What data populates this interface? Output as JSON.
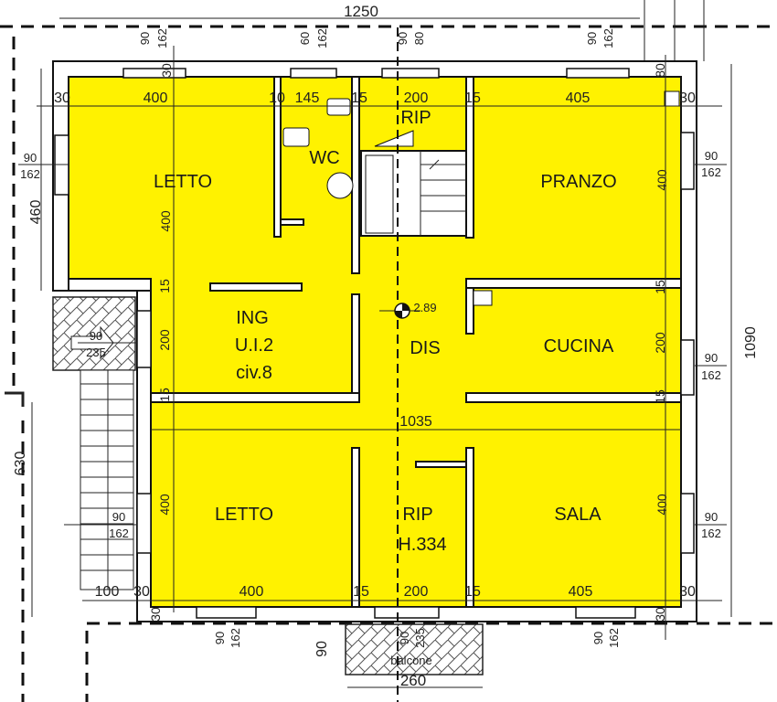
{
  "colors": {
    "room_fill": "#FFF200",
    "wall": "#111111"
  },
  "rooms": {
    "letto_top": "LETTO",
    "wc": "WC",
    "rip_top": "RIP",
    "pranzo": "PRANZO",
    "ing": "ING",
    "unit": "U.I.2",
    "civ": "civ.8",
    "dis": "DIS",
    "cucina": "CUCINA",
    "letto_bottom": "LETTO",
    "rip_bottom": "RIP",
    "height": "H.334",
    "sala": "SALA",
    "balcone": "balcone"
  },
  "dims": {
    "top": [
      "1250",
      "90",
      "162",
      "60",
      "162",
      "90",
      "80",
      "90",
      "162",
      "30",
      "80"
    ],
    "row_top": [
      "30",
      "400",
      "10",
      "145",
      "15",
      "200",
      "15",
      "405",
      "30"
    ],
    "left": [
      "90",
      "162",
      "460",
      "400",
      "15",
      "90",
      "235",
      "200",
      "15",
      "630",
      "400",
      "90",
      "162"
    ],
    "right": [
      "90",
      "162",
      "400",
      "1090",
      "15",
      "200",
      "90",
      "162",
      "15",
      "400",
      "90",
      "162"
    ],
    "center": [
      "2.89",
      "1035"
    ],
    "row_bottom": [
      "100",
      "30",
      "400",
      "15",
      "200",
      "15",
      "405",
      "30"
    ],
    "bottom": [
      "30",
      "30",
      "90",
      "162",
      "90",
      "90",
      "235",
      "260",
      "90",
      "162"
    ]
  }
}
